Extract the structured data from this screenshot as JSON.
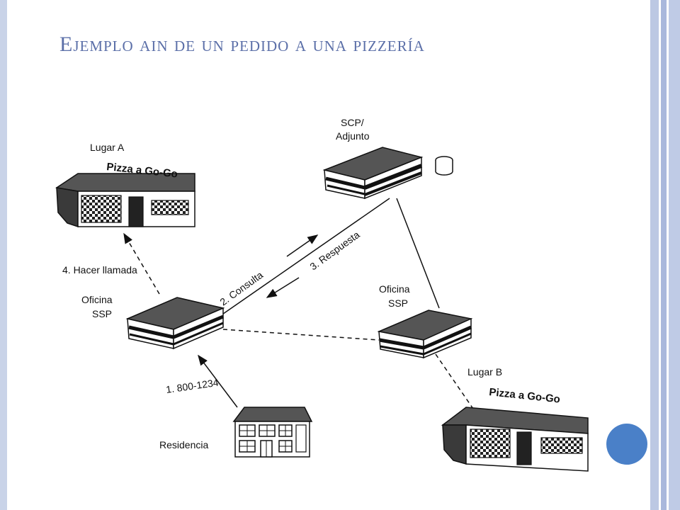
{
  "title": "Ejemplo ain de un pedido a una pizzería",
  "labels": {
    "scp_line1": "SCP/",
    "scp_line2": "Adjunto",
    "lugar_a": "Lugar A",
    "lugar_b": "Lugar B",
    "pizza_sign": "Pizza a Go-Go",
    "oficina": "Oficina",
    "ssp": "SSP",
    "residencia": "Residencia"
  },
  "steps": {
    "step1": "1. 800-1234",
    "step2": "2. Consulta",
    "step3": "3. Respuesta",
    "step4": "4. Hacer llamada"
  },
  "colors": {
    "title": "#5b6fa8",
    "frame_light": "#c9d3e8",
    "accent_circle": "#4a80c8"
  }
}
